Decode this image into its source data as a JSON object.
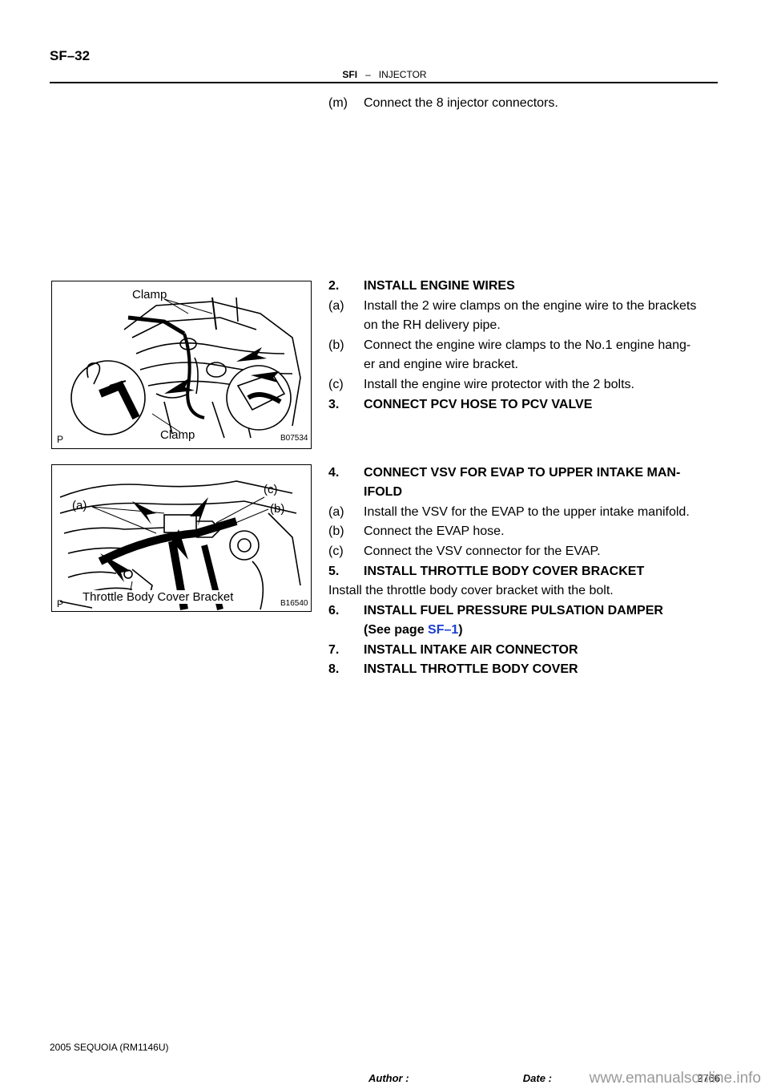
{
  "header": {
    "page_code": "SF–32",
    "section": "SFI",
    "separator": "–",
    "topic": "INJECTOR"
  },
  "steps": {
    "m": {
      "label": "(m)",
      "text": "Connect the 8 injector connectors."
    },
    "s2": {
      "label": "2.",
      "text": "INSTALL ENGINE WIRES"
    },
    "s2a": {
      "label": "(a)",
      "line1": "Install the 2 wire clamps on the engine wire to the brackets",
      "line2": "on the RH delivery pipe."
    },
    "s2b": {
      "label": "(b)",
      "line1": "Connect the engine wire clamps to the No.1 engine hang-",
      "line2": "er and engine wire bracket."
    },
    "s2c": {
      "label": "(c)",
      "text": "Install the engine wire protector with the 2 bolts."
    },
    "s3": {
      "label": "3.",
      "text": "CONNECT PCV HOSE TO PCV VALVE"
    },
    "s4": {
      "label": "4.",
      "line1": "CONNECT VSV FOR EVAP TO UPPER INTAKE MAN-",
      "line2": "IFOLD"
    },
    "s4a": {
      "label": "(a)",
      "text": "Install the VSV for the EVAP to the upper intake manifold."
    },
    "s4b": {
      "label": "(b)",
      "text": "Connect the EVAP hose."
    },
    "s4c": {
      "label": "(c)",
      "text": "Connect the VSV connector for the EVAP."
    },
    "s5": {
      "label": "5.",
      "text": "INSTALL THROTTLE BODY COVER BRACKET",
      "note": "Install the throttle body cover bracket with the bolt."
    },
    "s6": {
      "label": "6.",
      "line1": "INSTALL FUEL PRESSURE PULSATION DAMPER",
      "line2_prefix": "(See page ",
      "link": "SF–1",
      "line2_suffix": ")"
    },
    "s7": {
      "label": "7.",
      "text": "INSTALL INTAKE AIR CONNECTOR"
    },
    "s8": {
      "label": "8.",
      "text": "INSTALL THROTTLE BODY COVER"
    }
  },
  "figure1": {
    "label_top": "Clamp",
    "label_bottom": "Clamp",
    "corner": "P",
    "code": "B07534"
  },
  "figure2": {
    "label_a": "(a)",
    "label_b": "(b)",
    "label_c": "(c)",
    "label_bottom": "Throttle Body Cover Bracket",
    "corner": "P",
    "code": "B16540"
  },
  "footer": {
    "model": "2005 SEQUOIA   (RM1146U)",
    "author": "Author :",
    "date": "Date :",
    "page_number": "2766",
    "watermark": "www.emanualsonline.info"
  }
}
